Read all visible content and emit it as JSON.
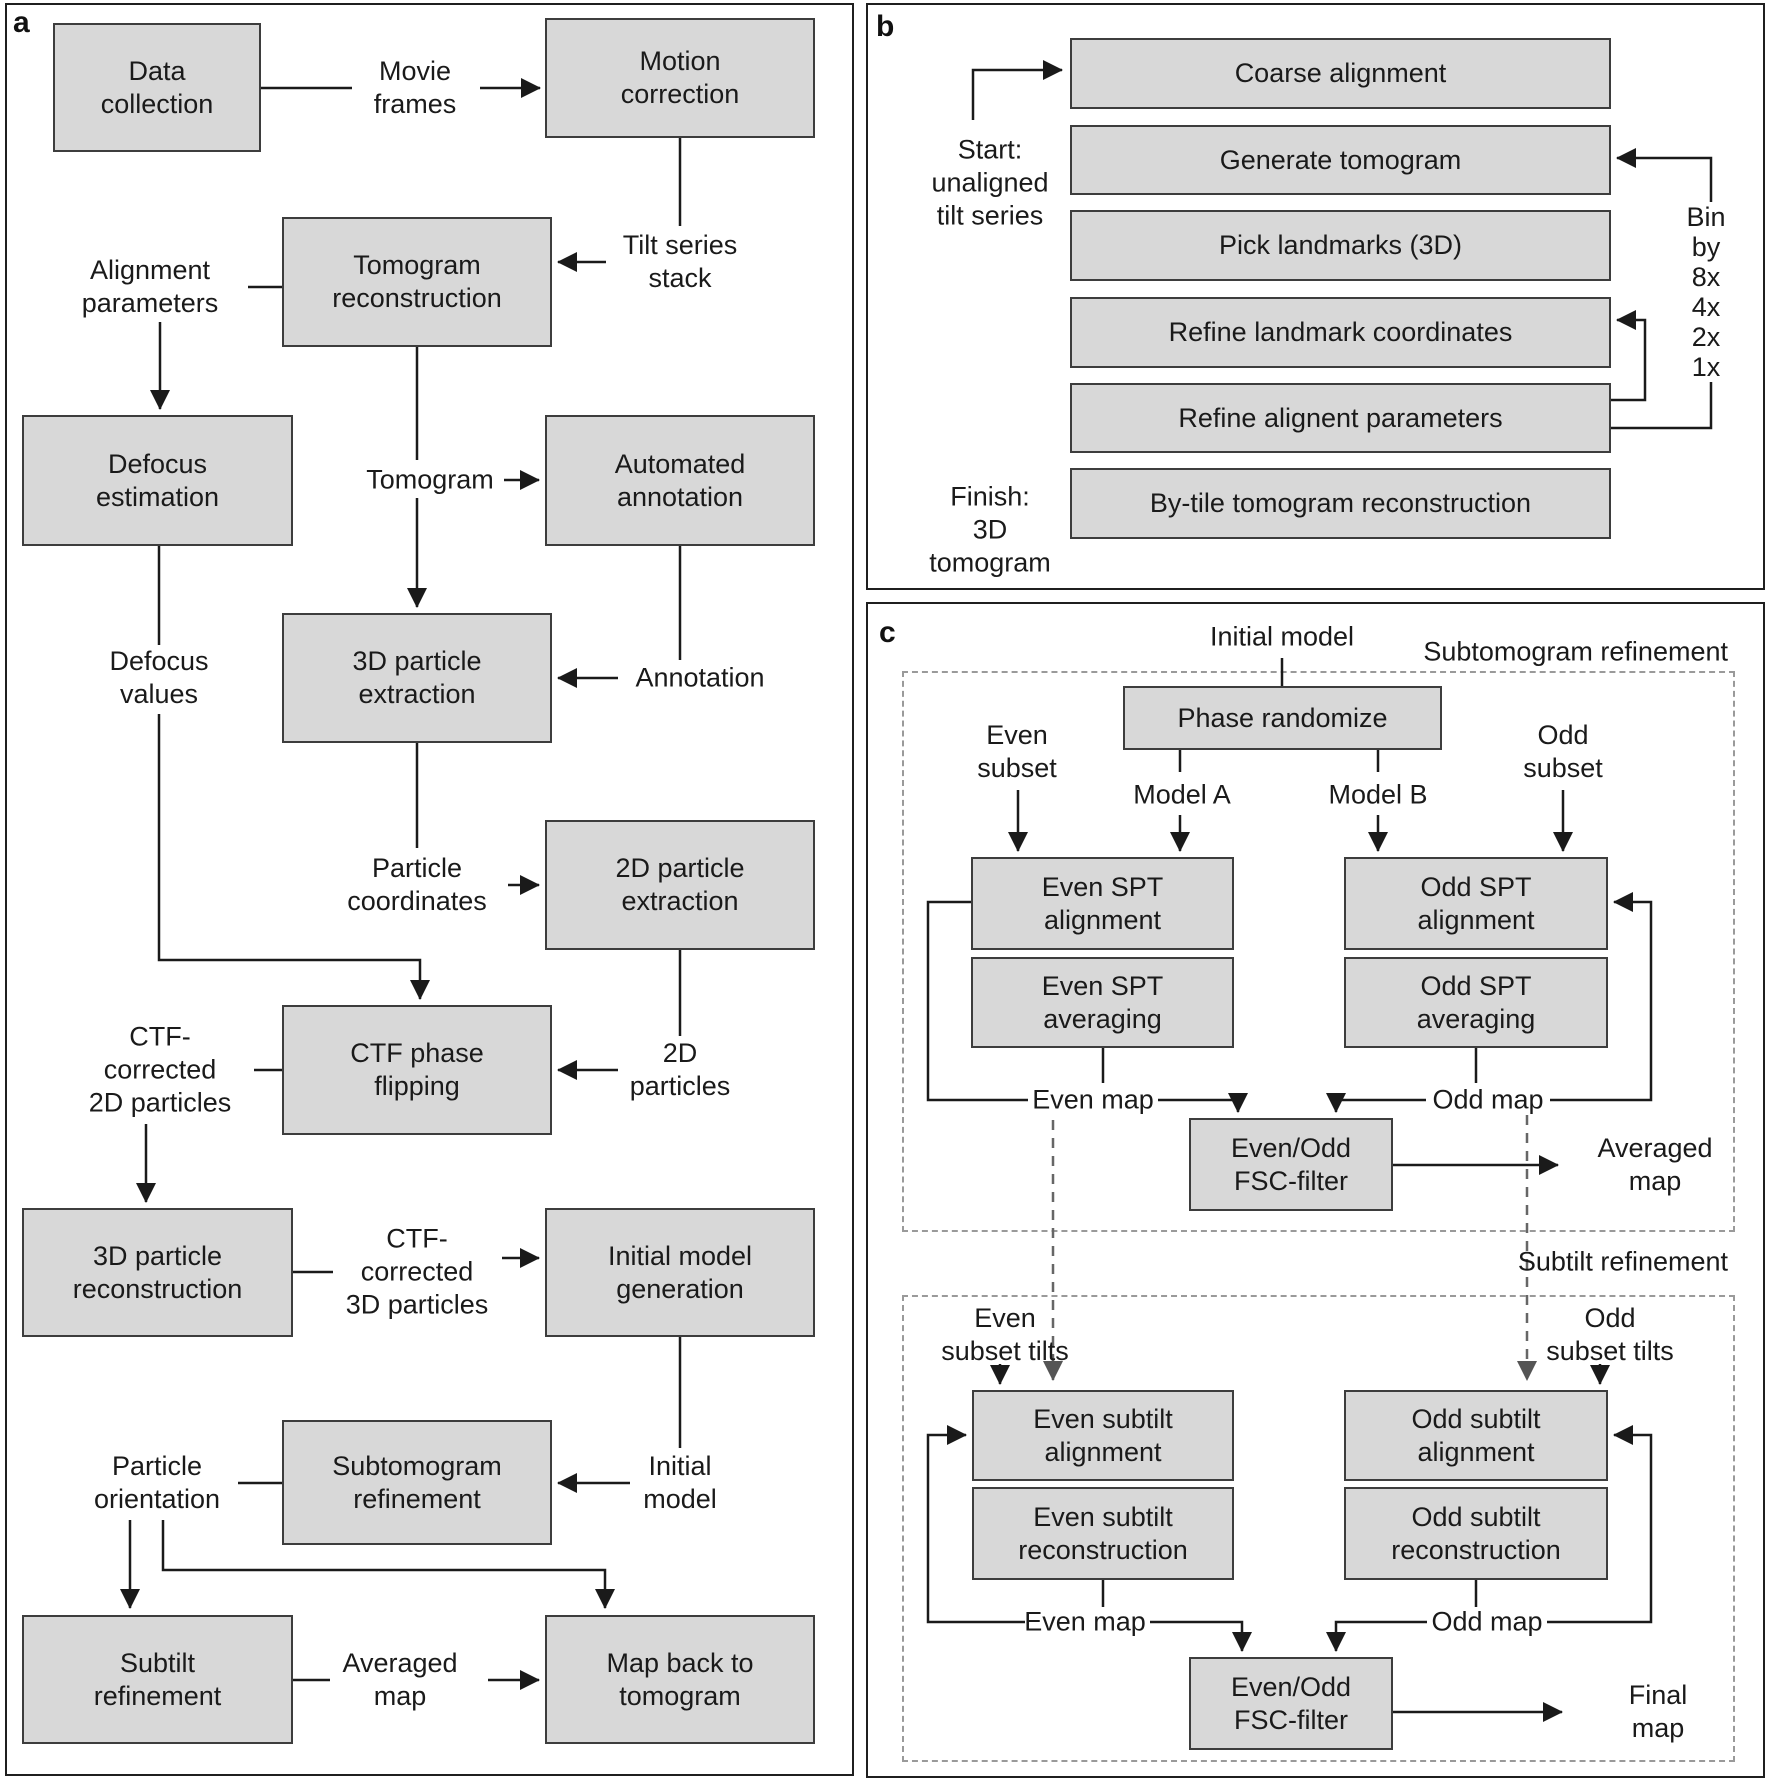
{
  "panels": {
    "a": {
      "letter": "a",
      "nodes": {
        "data_collection": "Data\ncollection",
        "motion_correction": "Motion\ncorrection",
        "tomogram_reconstruction": "Tomogram\nreconstruction",
        "defocus_estimation": "Defocus\nestimation",
        "automated_annotation": "Automated\nannotation",
        "particle_extraction_3d": "3D particle\nextraction",
        "particle_extraction_2d": "2D particle\nextraction",
        "ctf_phase_flipping": "CTF phase\nflipping",
        "particle_reconstruction_3d": "3D particle\nreconstruction",
        "initial_model_generation": "Initial model\ngeneration",
        "subtomogram_refinement": "Subtomogram\nrefinement",
        "subtilt_refinement": "Subtilt\nrefinement",
        "map_back_to_tomogram": "Map back to\ntomogram"
      },
      "edge_labels": {
        "movie_frames": "Movie\nframes",
        "tilt_series_stack": "Tilt series\nstack",
        "alignment_parameters": "Alignment\nparameters",
        "tomogram": "Tomogram",
        "defocus_values": "Defocus\nvalues",
        "annotation": "Annotation",
        "particle_coordinates": "Particle\ncoordinates",
        "ctf_corrected_2d_particles": "CTF-\ncorrected\n2D particles",
        "particles_2d": "2D\nparticles",
        "ctf_corrected_3d_particles": "CTF-\ncorrected\n3D particles",
        "initial_model": "Initial\nmodel",
        "particle_orientation": "Particle\norientation",
        "averaged_map": "Averaged\nmap"
      }
    },
    "b": {
      "letter": "b",
      "nodes": {
        "coarse_alignment": "Coarse alignment",
        "generate_tomogram": "Generate tomogram",
        "pick_landmarks": "Pick landmarks (3D)",
        "refine_landmark_coordinates": "Refine landmark coordinates",
        "refine_alignent_parameters": "Refine alignent parameters",
        "by_tile_tomogram_reconstruction": "By-tile tomogram reconstruction"
      },
      "edge_labels": {
        "start": "Start:\nunaligned\ntilt series",
        "finish": "Finish:\n3D\ntomogram",
        "bin_by": "Bin by\n8x\n4x\n2x\n1x"
      }
    },
    "c": {
      "letter": "c",
      "region_labels": {
        "subtomogram_refinement": "Subtomogram refinement",
        "subtilt_refinement": "Subtilt refinement"
      },
      "nodes": {
        "phase_randomize": "Phase randomize",
        "even_spt_alignment": "Even SPT\nalignment",
        "even_spt_averaging": "Even SPT\naveraging",
        "odd_spt_alignment": "Odd SPT\nalignment",
        "odd_spt_averaging": "Odd SPT\naveraging",
        "fsc_filter_1": "Even/Odd\nFSC-filter",
        "even_subtilt_alignment": "Even subtilt\nalignment",
        "even_subtilt_reconstruction": "Even subtilt\nreconstruction",
        "odd_subtilt_alignment": "Odd subtilt\nalignment",
        "odd_subtilt_reconstruction": "Odd subtilt\nreconstruction",
        "fsc_filter_2": "Even/Odd\nFSC-filter"
      },
      "edge_labels": {
        "initial_model": "Initial model",
        "even_subset": "Even\nsubset",
        "odd_subset": "Odd\nsubset",
        "model_a": "Model A",
        "model_b": "Model B",
        "even_map_1": "Even map",
        "odd_map_1": "Odd map",
        "averaged_map": "Averaged\nmap",
        "even_subset_tilts": "Even\nsubset tilts",
        "odd_subset_tilts": "Odd\nsubset tilts",
        "even_map_2": "Even map",
        "odd_map_2": "Odd map",
        "final_map": "Final map"
      }
    }
  },
  "colors": {
    "node_fill": "#d8d8d8",
    "node_border": "#3d3d3d",
    "line": "#1a1a1a",
    "dashed_region": "#999999",
    "dashed_line": "#666666",
    "background": "#ffffff"
  }
}
